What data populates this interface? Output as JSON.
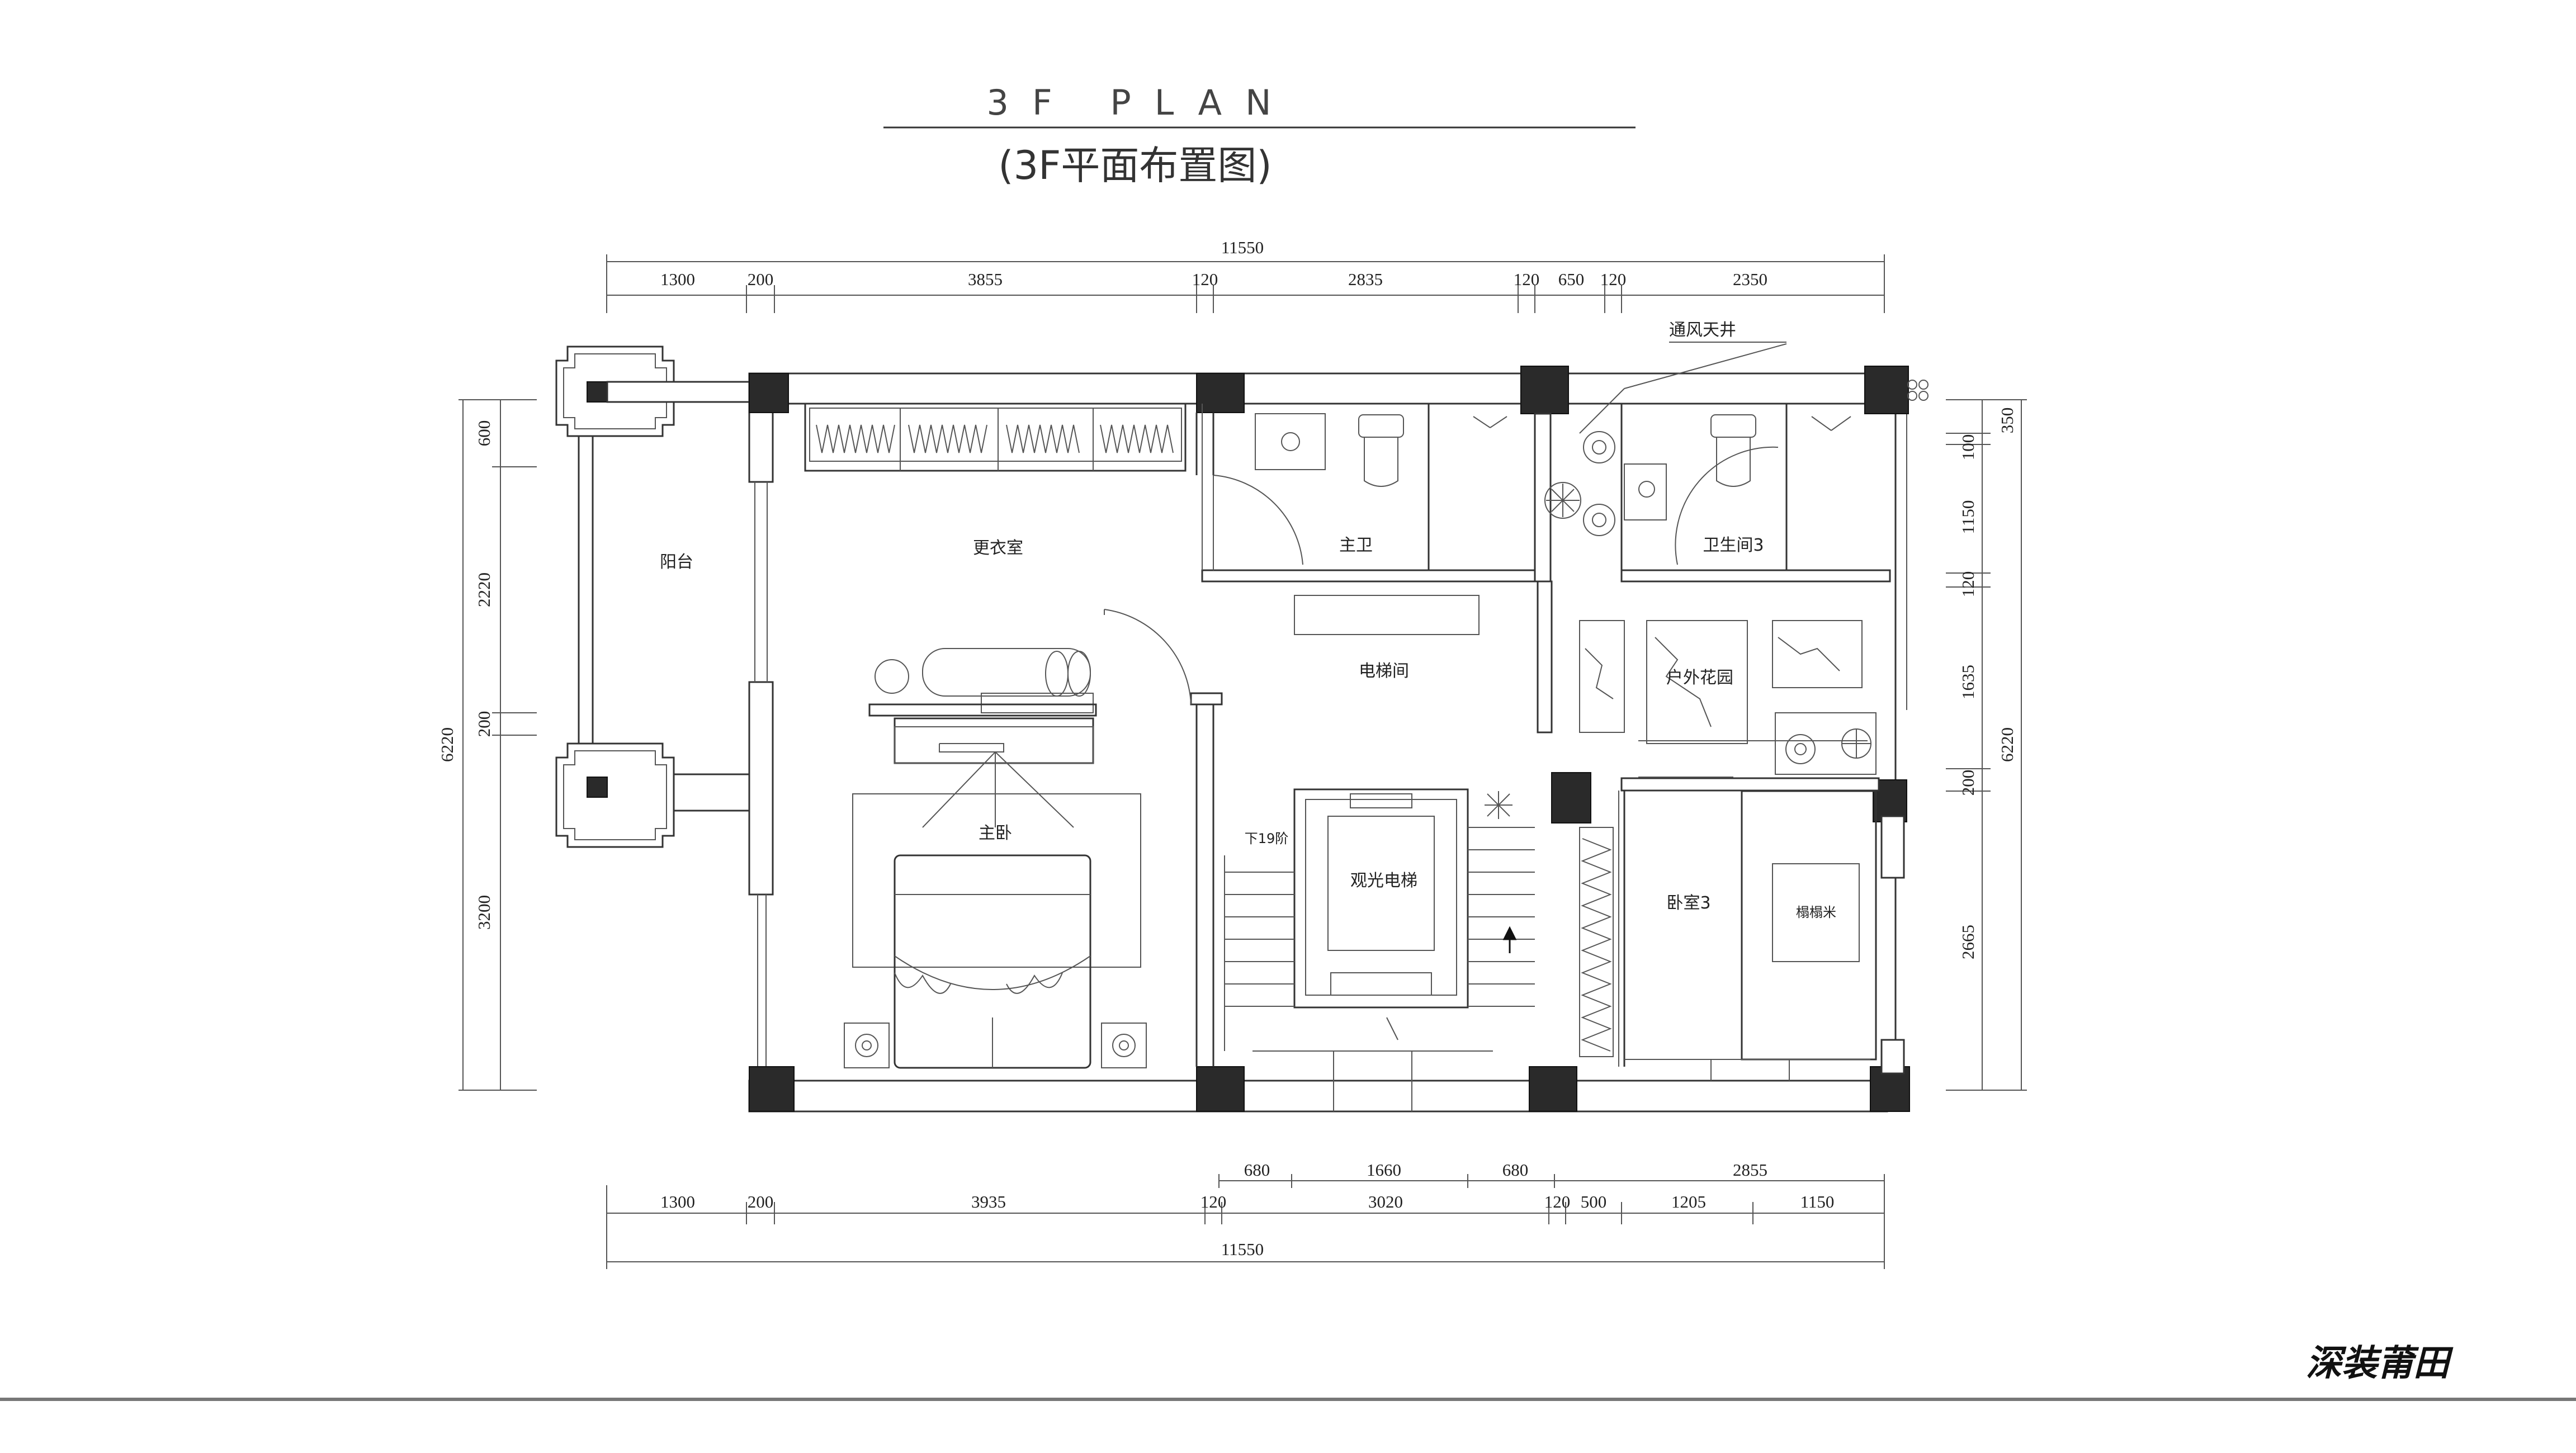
{
  "title": {
    "english": "3F PLAN",
    "chinese": "(3F平面布置图)"
  },
  "dimensions": {
    "top_total": "11550",
    "top_segments": [
      "1300",
      "200",
      "3855",
      "120",
      "2835",
      "120",
      "650",
      "120",
      "2350"
    ],
    "bottom_upper": [
      "680",
      "1660",
      "680",
      "2855"
    ],
    "bottom_lower": [
      "1300",
      "200",
      "3935",
      "120",
      "3020",
      "120",
      "500",
      "1205",
      "1150"
    ],
    "bottom_total": "11550",
    "left_total": "6220",
    "left_segments": [
      "600",
      "2220",
      "200",
      "3200"
    ],
    "right_total": "6220",
    "right_segments": [
      "350",
      "100",
      "1150",
      "120",
      "1635",
      "200",
      "2665"
    ]
  },
  "rooms": {
    "balcony": "阳台",
    "dressing_room": "更衣室",
    "master_bath": "主卫",
    "air_shaft": "通风天井",
    "bathroom3": "卫生间3",
    "elevator_hall": "电梯间",
    "outdoor_garden": "户外花园",
    "master_bedroom": "主卧",
    "stairs_down": "下19阶",
    "sightseeing_elevator": "观光电梯",
    "bedroom3": "卧室3",
    "tatami": "榻榻米"
  },
  "brand": "深装莆田",
  "colors": {
    "line": "#333333",
    "column": "#2a2a2a",
    "background": "#ffffff"
  }
}
